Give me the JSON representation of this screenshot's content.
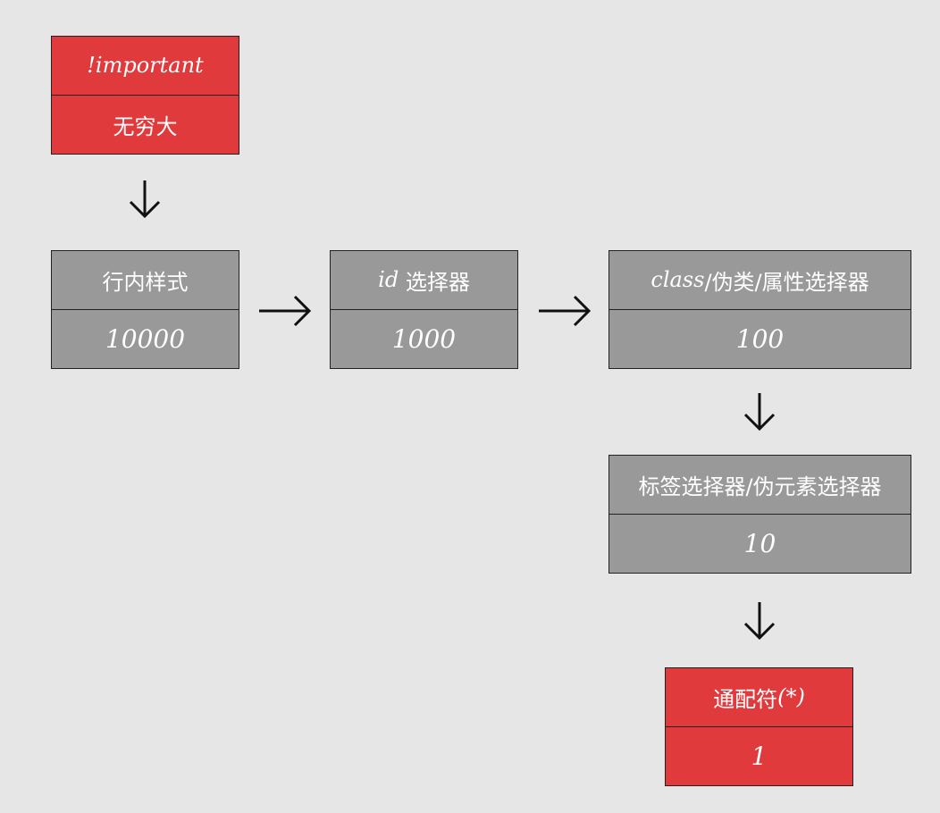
{
  "nodes": {
    "important": {
      "title": "!important",
      "value": "无穷大"
    },
    "inline": {
      "title": "行内样式",
      "value": "10000"
    },
    "id": {
      "title_latin": "id",
      "title_cjk": " 选择器",
      "value": "1000"
    },
    "class": {
      "title_latin": "class",
      "title_cjk": "/伪类/属性选择器",
      "value": "100"
    },
    "tag": {
      "title": "标签选择器/伪元素选择器",
      "value": "10"
    },
    "universal": {
      "title_cjk": "通配符",
      "title_latin": "(*)",
      "value": "1"
    }
  },
  "icons": {
    "down": "arrow-down-icon",
    "right": "arrow-right-icon"
  },
  "colors": {
    "highlight": "#e03a3c",
    "normal": "#999999",
    "background": "#e6e6e6"
  }
}
